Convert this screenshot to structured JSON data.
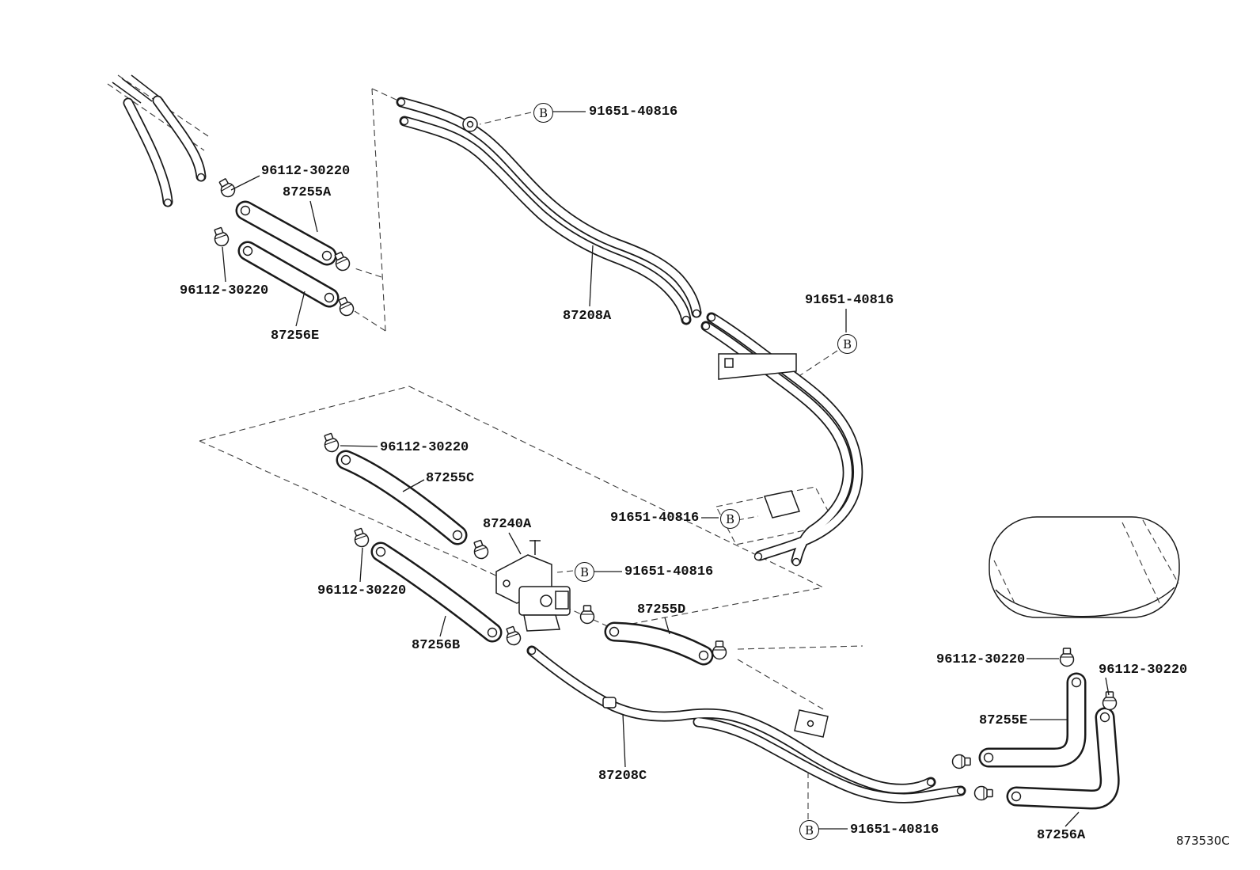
{
  "diagram": {
    "description": "heater piping parts diagram",
    "drawing_number": "873530C",
    "callout_letter": "B"
  },
  "labels": [
    {
      "text": "91651-40816"
    },
    {
      "text": "96112-30220"
    },
    {
      "text": "87255A"
    },
    {
      "text": "96112-30220"
    },
    {
      "text": "87256E"
    },
    {
      "text": "87208A"
    },
    {
      "text": "91651-40816"
    },
    {
      "text": "96112-30220"
    },
    {
      "text": "87255C"
    },
    {
      "text": "87240A"
    },
    {
      "text": "91651-40816"
    },
    {
      "text": "91651-40816"
    },
    {
      "text": "96112-30220"
    },
    {
      "text": "87255D"
    },
    {
      "text": "87256B"
    },
    {
      "text": "96112-30220"
    },
    {
      "text": "96112-30220"
    },
    {
      "text": "87255E"
    },
    {
      "text": "87208C"
    },
    {
      "text": "91651-40816"
    },
    {
      "text": "87256A"
    }
  ]
}
